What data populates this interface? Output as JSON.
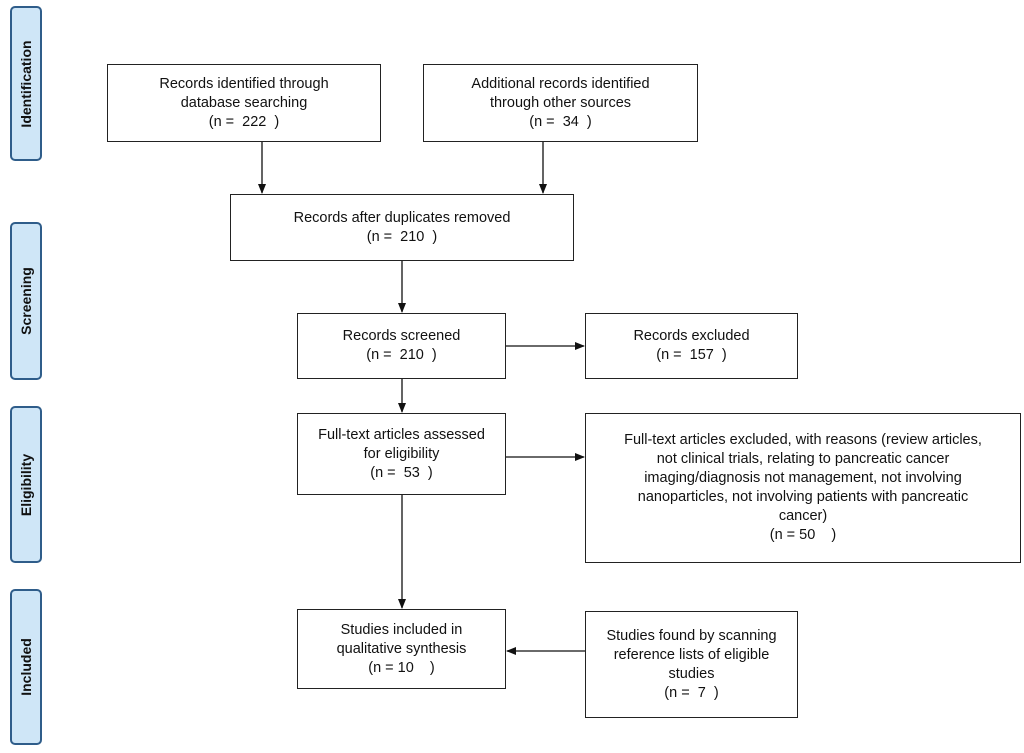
{
  "stages": {
    "identification": "Identification",
    "screening": "Screening",
    "eligibility": "Eligibility",
    "included": "Included"
  },
  "boxes": {
    "db_search": {
      "lines": [
        "Records identified through",
        "database searching",
        "(n =  222  )"
      ]
    },
    "other_sources": {
      "lines": [
        "Additional records identified",
        "through other sources",
        "(n =  34  )"
      ]
    },
    "dedup": {
      "lines": [
        "Records after duplicates removed",
        "(n =  210  )"
      ]
    },
    "screened": {
      "lines": [
        "Records screened",
        "(n =  210  )"
      ]
    },
    "excluded": {
      "lines": [
        "Records excluded",
        "(n =  157  )"
      ]
    },
    "fulltext": {
      "lines": [
        "Full-text articles assessed",
        "for eligibility",
        "(n =  53  )"
      ]
    },
    "fulltext_excluded": {
      "lines": [
        "Full-text articles excluded, with reasons (review articles,",
        "not clinical trials, relating to pancreatic cancer",
        "imaging/diagnosis not management, not involving",
        "nanoparticles, not involving patients with pancreatic",
        "cancer)",
        "(n = 50    )"
      ]
    },
    "included": {
      "lines": [
        "Studies included in",
        "qualitative synthesis",
        "(n = 10    )"
      ]
    },
    "reference": {
      "lines": [
        "Studies found by scanning",
        "reference lists of eligible",
        "studies",
        "(n =  7  )"
      ]
    }
  }
}
